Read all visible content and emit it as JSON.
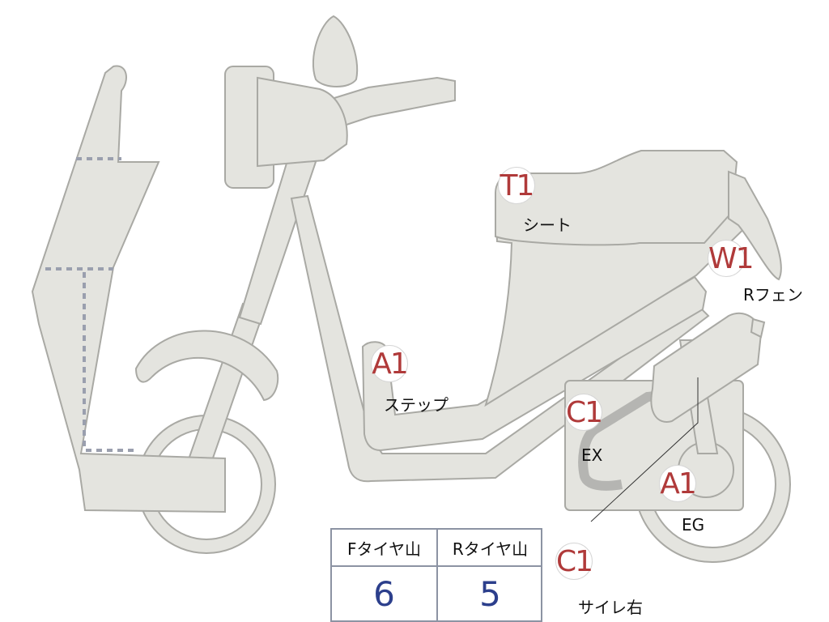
{
  "colors": {
    "body_fill": "#e4e4df",
    "outline": "#a9a9a4",
    "marker_text": "#b03a3a",
    "table_value": "#2c3f8c",
    "dashed_line": "#9a9fae"
  },
  "markers": [
    {
      "id": "seat",
      "code": "T1",
      "label": "シート"
    },
    {
      "id": "rear-fender",
      "code": "W1",
      "label": "Rフェン"
    },
    {
      "id": "step",
      "code": "A1",
      "label": "ステップ"
    },
    {
      "id": "exhaust",
      "code": "C1",
      "label": "EX"
    },
    {
      "id": "engine",
      "code": "A1",
      "label": "EG"
    },
    {
      "id": "muffler-right",
      "code": "C1",
      "label": "サイレ右"
    }
  ],
  "tread_table": {
    "front_label": "Fタイヤ山",
    "rear_label": "Rタイヤ山",
    "front_value": "6",
    "rear_value": "5"
  }
}
